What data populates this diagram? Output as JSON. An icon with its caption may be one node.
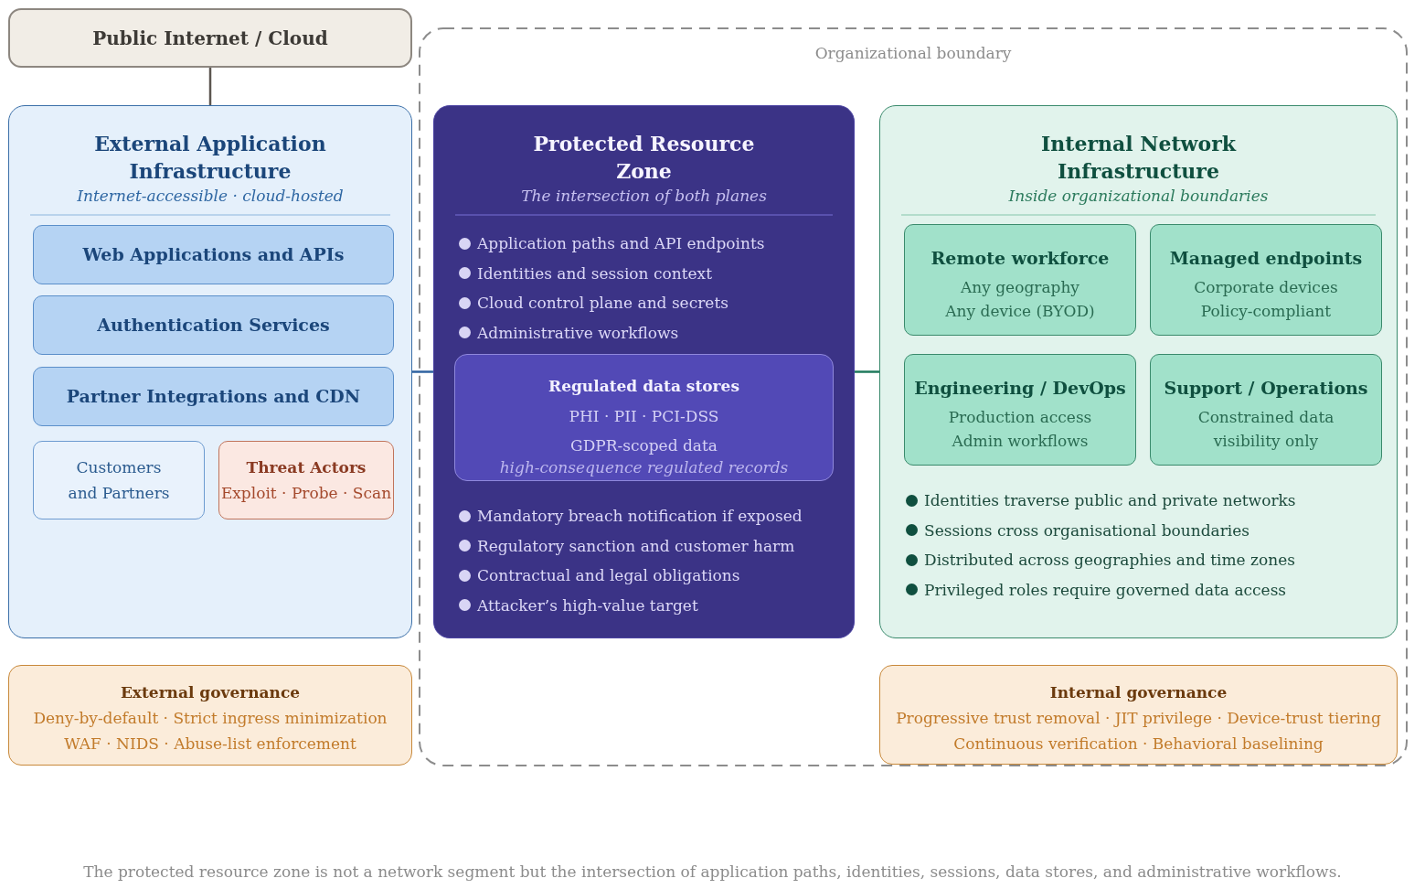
{
  "diagram": {
    "nodes": [
      {
        "text": [
          "Public Internet / Cloud"
        ]
      },
      {
        "text": [
          "Organizational boundary"
        ]
      },
      {
        "text": [
          "External Application Infrastructure",
          "Internet-accessible · cloud-hosted"
        ]
      },
      {
        "text": [
          "Web Applications and APIs"
        ],
        "in": 2
      },
      {
        "text": [
          "Authentication Services"
        ],
        "in": 2
      },
      {
        "text": [
          "Partner Integrations and CDN"
        ],
        "in": 2
      },
      {
        "text": [
          "Customers and Partners"
        ],
        "in": 2
      },
      {
        "text": [
          "Threat Actors",
          "Exploit · Probe · Scan"
        ],
        "in": 2
      },
      {
        "text": [
          "Protected Resource Zone",
          "The intersection of both planes",
          "Application paths and API endpoints",
          "Identities and session context",
          "Cloud control plane and secrets",
          "Administrative workflows",
          "Mandatory breach notification if exposed",
          "Regulatory sanction and customer harm",
          "Contractual and legal obligations",
          "Attacker’s high-value target"
        ],
        "in": 1
      },
      {
        "text": [
          "Regulated data stores",
          "PHI · PII · PCI-DSS",
          "GDPR-scoped data",
          "high-consequence regulated records"
        ],
        "in": 8
      },
      {
        "text": [
          "Internal Network Infrastructure",
          "Inside organizational boundaries",
          "Identities traverse public and private networks",
          "Sessions cross organisational boundaries",
          "Distributed across geographies and time zones",
          "Privileged roles require governed data access"
        ],
        "in": 1
      },
      {
        "text": [
          "Remote workforce",
          "Any geography",
          "Any device (BYOD)"
        ],
        "in": 10
      },
      {
        "text": [
          "Managed endpoints",
          "Corporate devices",
          "Policy-compliant"
        ],
        "in": 10
      },
      {
        "text": [
          "Engineering / DevOps",
          "Production access",
          "Admin workflows"
        ],
        "in": 10
      },
      {
        "text": [
          "Support / Operations",
          "Constrained data visibility only"
        ],
        "in": 10
      },
      {
        "text": [
          "External governance",
          "Deny-by-default · Strict ingress minimization",
          "WAF · NIDS · Abuse-list enforcement"
        ]
      },
      {
        "text": [
          "Internal governance",
          "Progressive trust removal · JIT privilege · Device-trust tiering",
          "Continuous verification · Behavioral baselining"
        ],
        "in": 1
      }
    ],
    "edges": [
      {
        "from": 0,
        "to": 2,
        "arrow": "none",
        "color": "#5c5650"
      },
      {
        "from": 2,
        "to": 8,
        "arrow": "none",
        "color": "#2f62a0"
      },
      {
        "from": 8,
        "to": 10,
        "arrow": "none",
        "color": "#1f7a5c"
      }
    ],
    "caption": "The protected resource zone is not a network segment but the intersection of application paths, identities, sessions, data stores, and administrative workflows."
  }
}
